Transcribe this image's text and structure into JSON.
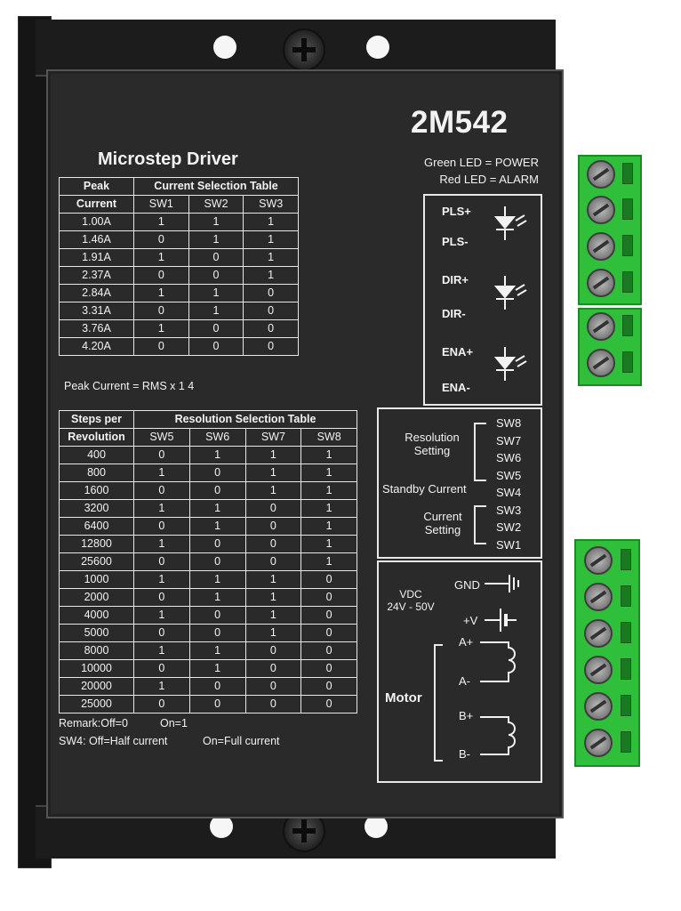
{
  "model": "2M542",
  "subtitle": "Microstep Driver",
  "led_legend": [
    "Green LED = POWER",
    "Red LED = ALARM"
  ],
  "current_table": {
    "header_left": [
      "Peak",
      "Current"
    ],
    "header_title": "Current  Selection  Table",
    "switches": [
      "SW1",
      "SW2",
      "SW3"
    ],
    "rows": [
      [
        "1.00A",
        "1",
        "1",
        "1"
      ],
      [
        "1.46A",
        "0",
        "1",
        "1"
      ],
      [
        "1.91A",
        "1",
        "0",
        "1"
      ],
      [
        "2.37A",
        "0",
        "0",
        "1"
      ],
      [
        "2.84A",
        "1",
        "1",
        "0"
      ],
      [
        "3.31A",
        "0",
        "1",
        "0"
      ],
      [
        "3.76A",
        "1",
        "0",
        "0"
      ],
      [
        "4.20A",
        "0",
        "0",
        "0"
      ]
    ]
  },
  "peak_note": "Peak Current = RMS x 1 4",
  "resolution_table": {
    "header_left": [
      "Steps per",
      "Revolution"
    ],
    "header_title": "Resolution  Selection  Table",
    "switches": [
      "SW5",
      "SW6",
      "SW7",
      "SW8"
    ],
    "rows": [
      [
        "400",
        "0",
        "1",
        "1",
        "1"
      ],
      [
        "800",
        "1",
        "0",
        "1",
        "1"
      ],
      [
        "1600",
        "0",
        "0",
        "1",
        "1"
      ],
      [
        "3200",
        "1",
        "1",
        "0",
        "1"
      ],
      [
        "6400",
        "0",
        "1",
        "0",
        "1"
      ],
      [
        "12800",
        "1",
        "0",
        "0",
        "1"
      ],
      [
        "25600",
        "0",
        "0",
        "0",
        "1"
      ],
      [
        "1000",
        "1",
        "1",
        "1",
        "0"
      ],
      [
        "2000",
        "0",
        "1",
        "1",
        "0"
      ],
      [
        "4000",
        "1",
        "0",
        "1",
        "0"
      ],
      [
        "5000",
        "0",
        "0",
        "1",
        "0"
      ],
      [
        "8000",
        "1",
        "1",
        "0",
        "0"
      ],
      [
        "10000",
        "0",
        "1",
        "0",
        "0"
      ],
      [
        "20000",
        "1",
        "0",
        "0",
        "0"
      ],
      [
        "25000",
        "0",
        "0",
        "0",
        "0"
      ]
    ]
  },
  "remarks": {
    "line1_a": "Remark:Off=0",
    "line1_b": "On=1",
    "line2_a": "SW4:  Off=Half current",
    "line2_b": "On=Full current"
  },
  "signals": [
    "PLS+",
    "PLS-",
    "DIR+",
    "DIR-",
    "ENA+",
    "ENA-"
  ],
  "switch_panel": {
    "resolution_label": [
      "Resolution",
      "Setting"
    ],
    "standby_label": "Standby Current",
    "current_label": [
      "Current",
      "Setting"
    ],
    "switches": [
      "SW8",
      "SW7",
      "SW6",
      "SW5",
      "SW4",
      "SW3",
      "SW2",
      "SW1"
    ]
  },
  "power_panel": {
    "vdc_label": [
      "VDC",
      "24V - 50V"
    ],
    "gnd": "GND",
    "vplus": "+V",
    "motor_label": "Motor",
    "motor_pins": [
      "A+",
      "A-",
      "B+",
      "B-"
    ]
  },
  "colors": {
    "panel": "#2a2a2a",
    "text": "#f2f2f2",
    "terminal_green": "#2fbf3a"
  }
}
